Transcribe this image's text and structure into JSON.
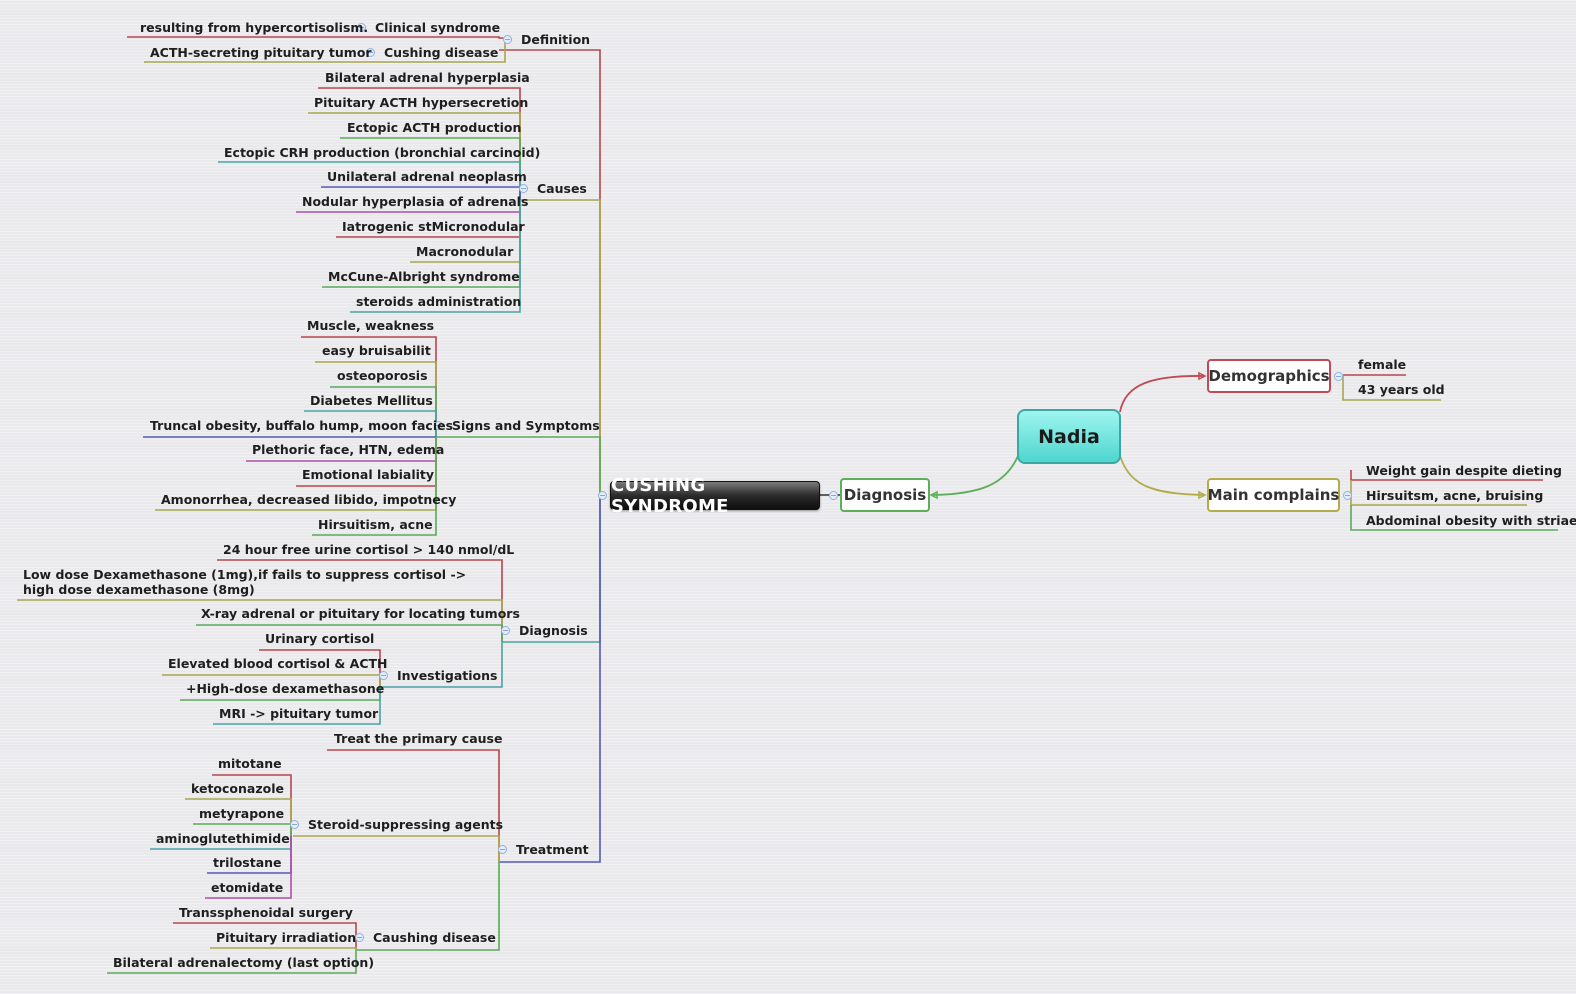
{
  "root": {
    "label": "Nadia"
  },
  "right": {
    "demographics": {
      "label": "Demographics",
      "items": [
        "female",
        "43 years old"
      ]
    },
    "complaints": {
      "label": "Main complains",
      "items": [
        "Weight gain despite dieting",
        "Hirsuitsm, acne, bruising",
        "Abdominal obesity with striae"
      ]
    }
  },
  "diagnosis_node": {
    "label": "Diagnosis"
  },
  "center": {
    "label": "CUSHING SYNDROME"
  },
  "branches": {
    "definition": {
      "label": "Definition",
      "clinical": {
        "label": "Clinical syndrome",
        "child": "resulting from hypercortisolism."
      },
      "cushing": {
        "label": "Cushing disease",
        "child": "ACTH-secreting pituitary tumor"
      }
    },
    "causes": {
      "label": "Causes",
      "items": [
        "Bilateral adrenal hyperplasia",
        "Pituitary ACTH hypersecretion",
        "Ectopic ACTH production",
        "Ectopic CRH production (bronchial carcinoid)",
        "Unilateral adrenal neoplasm",
        "Nodular hyperplasia of adrenals",
        "Iatrogenic stMicronodular",
        "Macronodular",
        "McCune-Albright syndrome",
        "steroids administration"
      ]
    },
    "signs": {
      "label": "Signs and Symptoms",
      "items": [
        "Muscle, weakness",
        "easy bruisabilit",
        "osteoporosis",
        "Diabetes Mellitus",
        "Truncal obesity, buffalo hump, moon facies",
        "Plethoric face, HTN, edema",
        "Emotional labiality",
        "Amonorrhea, decreased libido, impotnecy",
        "Hirsuitism, acne"
      ]
    },
    "diagnosis": {
      "label": "Diagnosis",
      "items": [
        "24 hour free urine cortisol > 140 nmol/dL",
        "Low dose Dexamethasone (1mg),if fails to suppress cortisol -> high dose dexamethasone (8mg)",
        "X-ray adrenal or pituitary for locating tumors"
      ],
      "investigations": {
        "label": "Investigations",
        "items": [
          "Urinary cortisol",
          "Elevated blood cortisol & ACTH",
          "+High-dose dexamethasone",
          "MRI -> pituitary tumor"
        ]
      }
    },
    "treatment": {
      "label": "Treatment",
      "primary": "Treat the primary cause",
      "agents": {
        "label": "Steroid-suppressing agents",
        "items": [
          "mitotane",
          "ketoconazole",
          "metyrapone",
          "aminoglutethimide",
          "trilostane",
          "etomidate"
        ]
      },
      "caushing": {
        "label": "Caushing disease",
        "items": [
          "Transsphenoidal surgery",
          "Pituitary irradiation",
          "Bilateral adrenalectomy (last option)"
        ]
      }
    }
  },
  "colors": {
    "red": "#b5474f",
    "olive": "#a9a64e",
    "green": "#5aab58",
    "teal": "#4aa3a6",
    "blue": "#5558b8",
    "purple": "#b04ea8",
    "node_red": "#c04a55",
    "node_olive": "#b3ac4a",
    "node_green": "#5cae5a",
    "root_fill": "#6fe3dc"
  }
}
